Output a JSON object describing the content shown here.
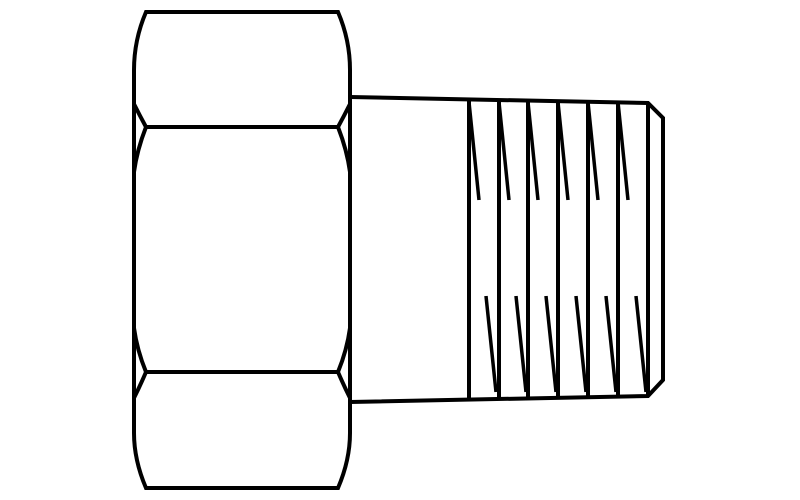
{
  "figure": {
    "subject": "hex-head-threaded-fitting",
    "background": "#ffffff",
    "line_color": "#000000",
    "hex_faces_visible": 3,
    "thread_turns_visible": 6
  }
}
